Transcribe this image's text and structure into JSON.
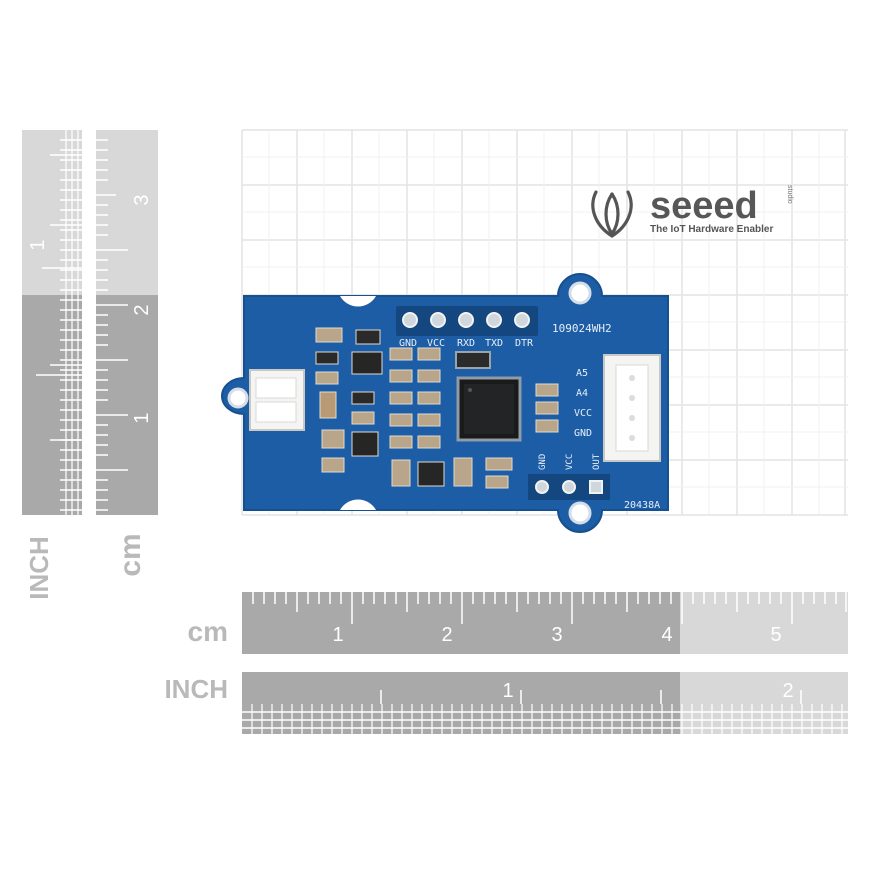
{
  "logo": {
    "brand": "seeed",
    "studio": "studio",
    "tagline": "The IoT Hardware Enabler"
  },
  "board": {
    "part_code": "109024WH2",
    "header_pins": [
      "GND",
      "VCC",
      "RXD",
      "TXD",
      "DTR"
    ],
    "grove_pins": [
      "A5",
      "A4",
      "VCC",
      "GND"
    ],
    "bottom_pins": [
      "GND",
      "VCC",
      "OUT"
    ],
    "revision": "20438A"
  },
  "ruler_vertical": {
    "cm_label": "cm",
    "inch_label": "INCH",
    "cm_numbers": [
      "3",
      "2",
      "1"
    ],
    "inch_numbers": [
      "1"
    ]
  },
  "ruler_horizontal": {
    "cm_label": "cm",
    "inch_label": "INCH",
    "cm_numbers": [
      "1",
      "2",
      "3",
      "4",
      "5"
    ],
    "inch_numbers": [
      "1",
      "2"
    ]
  },
  "colors": {
    "pcb": "#1d5fa8",
    "ruler_dark": "#a8a8a8",
    "ruler_light": "#d6d6d6",
    "grid": "#e2e2e2"
  }
}
